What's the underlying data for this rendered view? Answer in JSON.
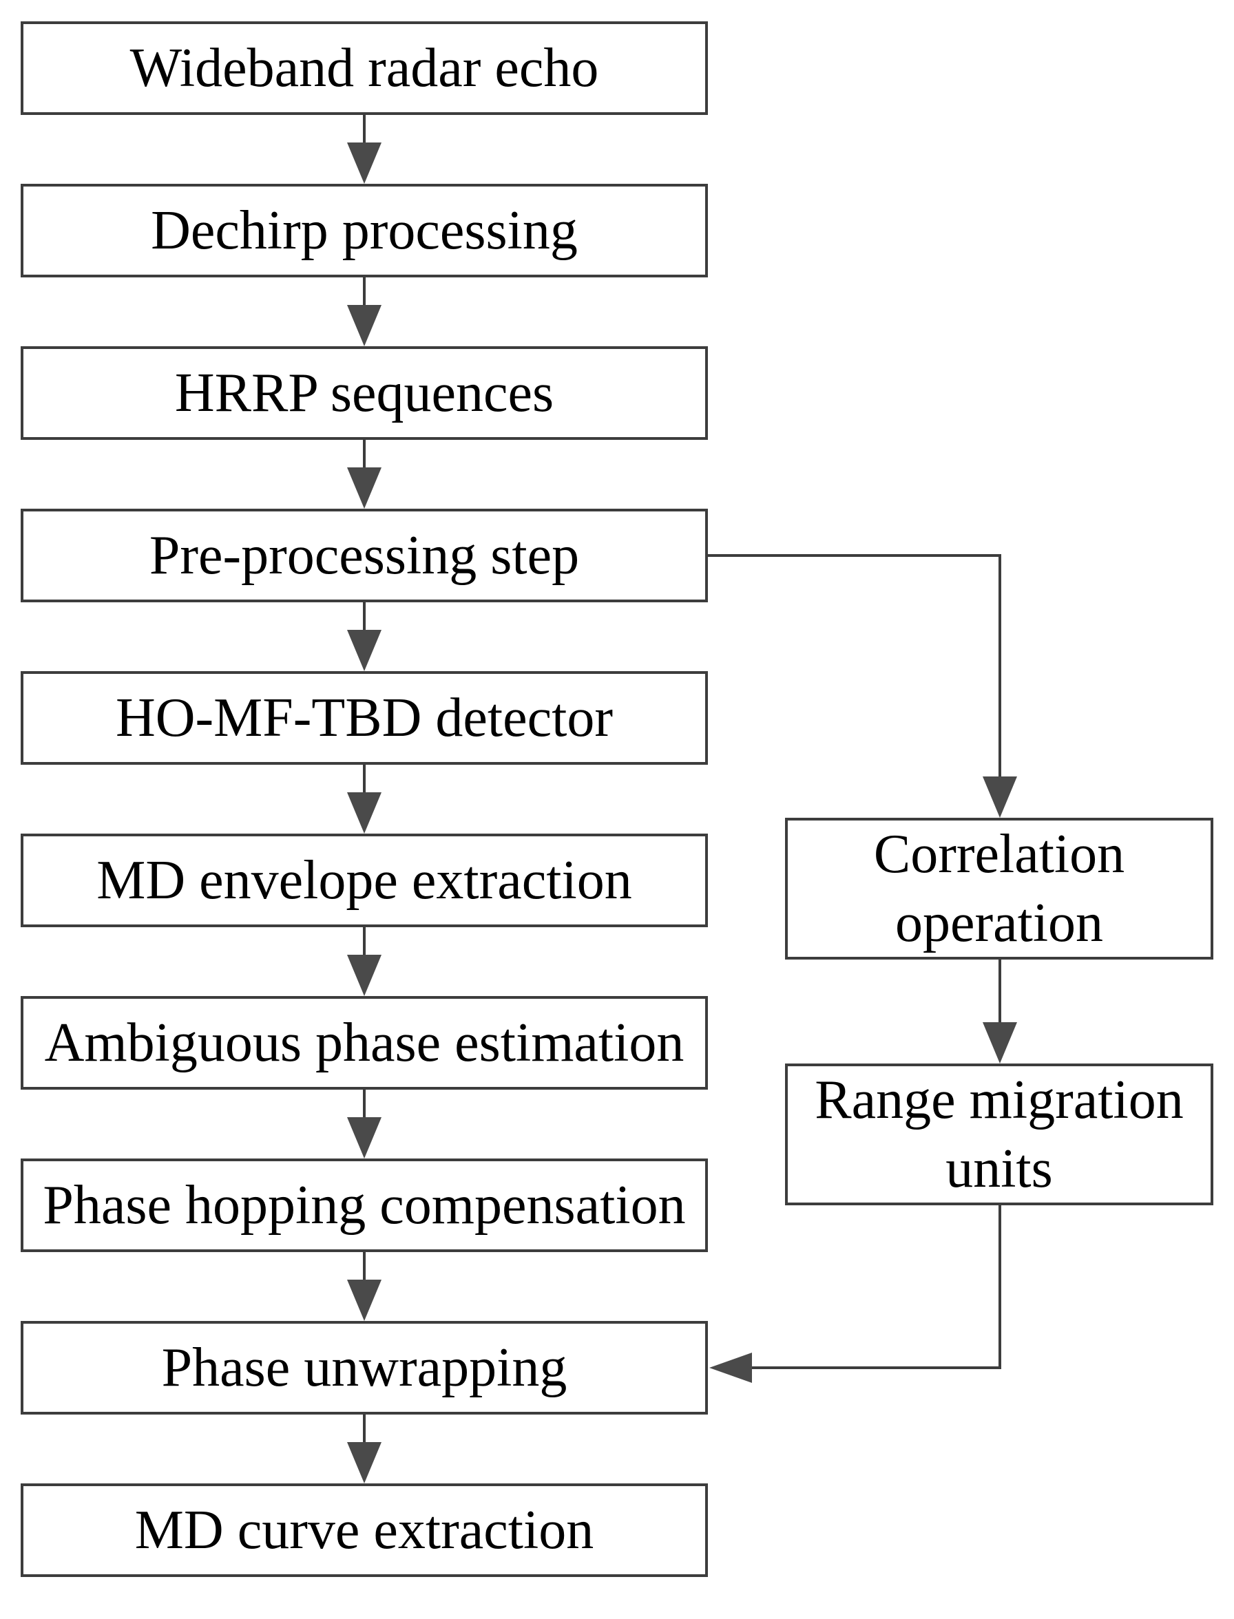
{
  "diagram": {
    "type": "flowchart",
    "main_flow": [
      {
        "id": "wideband-radar-echo",
        "label": "Wideband radar echo"
      },
      {
        "id": "dechirp-processing",
        "label": "Dechirp processing"
      },
      {
        "id": "hrrp-sequences",
        "label": "HRRP sequences"
      },
      {
        "id": "pre-processing-step",
        "label": "Pre-processing step"
      },
      {
        "id": "ho-mf-tbd-detector",
        "label": "HO-MF-TBD detector"
      },
      {
        "id": "md-envelope-extraction",
        "label": "MD envelope extraction"
      },
      {
        "id": "ambiguous-phase-estimation",
        "label": "Ambiguous phase estimation"
      },
      {
        "id": "phase-hopping-compensation",
        "label": "Phase hopping compensation"
      },
      {
        "id": "phase-unwrapping",
        "label": "Phase unwrapping"
      },
      {
        "id": "md-curve-extraction",
        "label": "MD curve extraction"
      }
    ],
    "side_flow": [
      {
        "id": "correlation-operation",
        "label": "Correlation operation"
      },
      {
        "id": "range-migration-units",
        "label": "Range migration units"
      }
    ],
    "edges": [
      {
        "from": "Wideband radar echo",
        "to": "Dechirp processing"
      },
      {
        "from": "Dechirp processing",
        "to": "HRRP sequences"
      },
      {
        "from": "HRRP sequences",
        "to": "Pre-processing step"
      },
      {
        "from": "Pre-processing step",
        "to": "HO-MF-TBD detector"
      },
      {
        "from": "HO-MF-TBD detector",
        "to": "MD envelope extraction"
      },
      {
        "from": "MD envelope extraction",
        "to": "Ambiguous phase estimation"
      },
      {
        "from": "Ambiguous phase estimation",
        "to": "Phase hopping compensation"
      },
      {
        "from": "Phase hopping compensation",
        "to": "Phase unwrapping"
      },
      {
        "from": "Phase unwrapping",
        "to": "MD curve extraction"
      },
      {
        "from": "Pre-processing step",
        "to": "Correlation operation"
      },
      {
        "from": "Correlation operation",
        "to": "Range migration units"
      },
      {
        "from": "Range migration units",
        "to": "Phase unwrapping"
      }
    ],
    "colors": {
      "border": "#3d3d3d",
      "arrow": "#4a4a4a",
      "text": "#000000",
      "background": "#ffffff"
    }
  }
}
